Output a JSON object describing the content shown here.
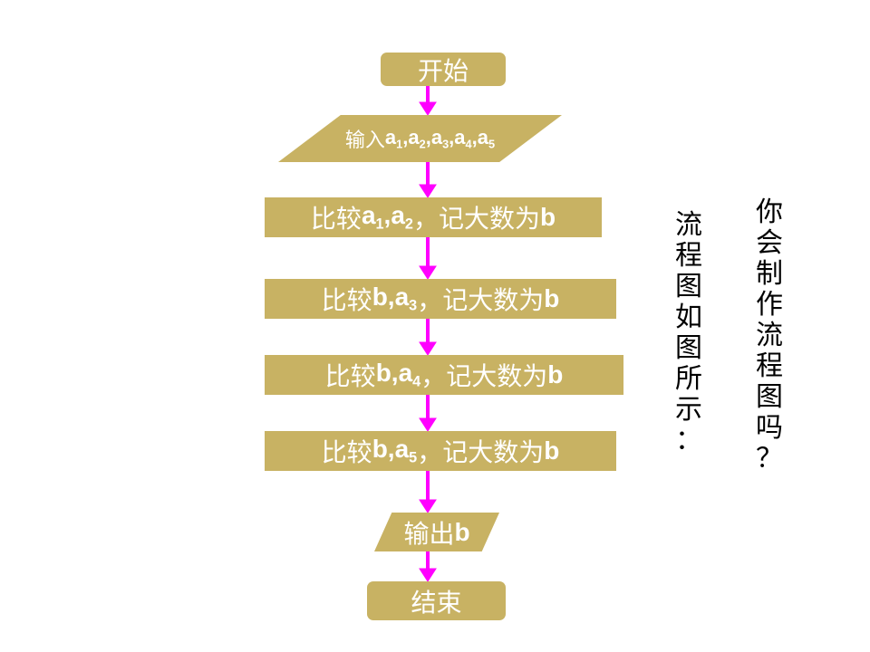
{
  "flowchart": {
    "start": "开始",
    "input_prefix": "输入",
    "input_vars": [
      "a",
      "1",
      "a",
      "2",
      "a",
      "3",
      "a",
      "4",
      "a",
      "5"
    ],
    "step1": {
      "prefix": "比较",
      "a1": "a",
      "s1": "1",
      "a2": "a",
      "s2": "2",
      "suffix": "，记大数为",
      "b": "b"
    },
    "step2": {
      "prefix": "比较",
      "b1": "b",
      "a": "a",
      "s": "3",
      "suffix": "，记大数为",
      "b": "b"
    },
    "step3": {
      "prefix": "比较",
      "b1": "b",
      "a": "a",
      "s": "4",
      "suffix": "，记大数为",
      "b": "b"
    },
    "step4": {
      "prefix": "比较",
      "b1": "b",
      "a": "a",
      "s": "5",
      "suffix": "，记大数为",
      "b": "b"
    },
    "output_prefix": "输出",
    "output_var": "b",
    "end": "结束",
    "comma": ","
  },
  "side_text": {
    "question": [
      "你",
      "会",
      "制",
      "作",
      "流",
      "程",
      "图",
      "吗",
      "？"
    ],
    "answer": [
      "流",
      "程",
      "图",
      "如",
      "图",
      "所",
      "示",
      "："
    ]
  },
  "colors": {
    "box": "#c8b263",
    "box_text": "#ffffff",
    "arrow": "#ff00ff",
    "side_text": "#000000"
  }
}
